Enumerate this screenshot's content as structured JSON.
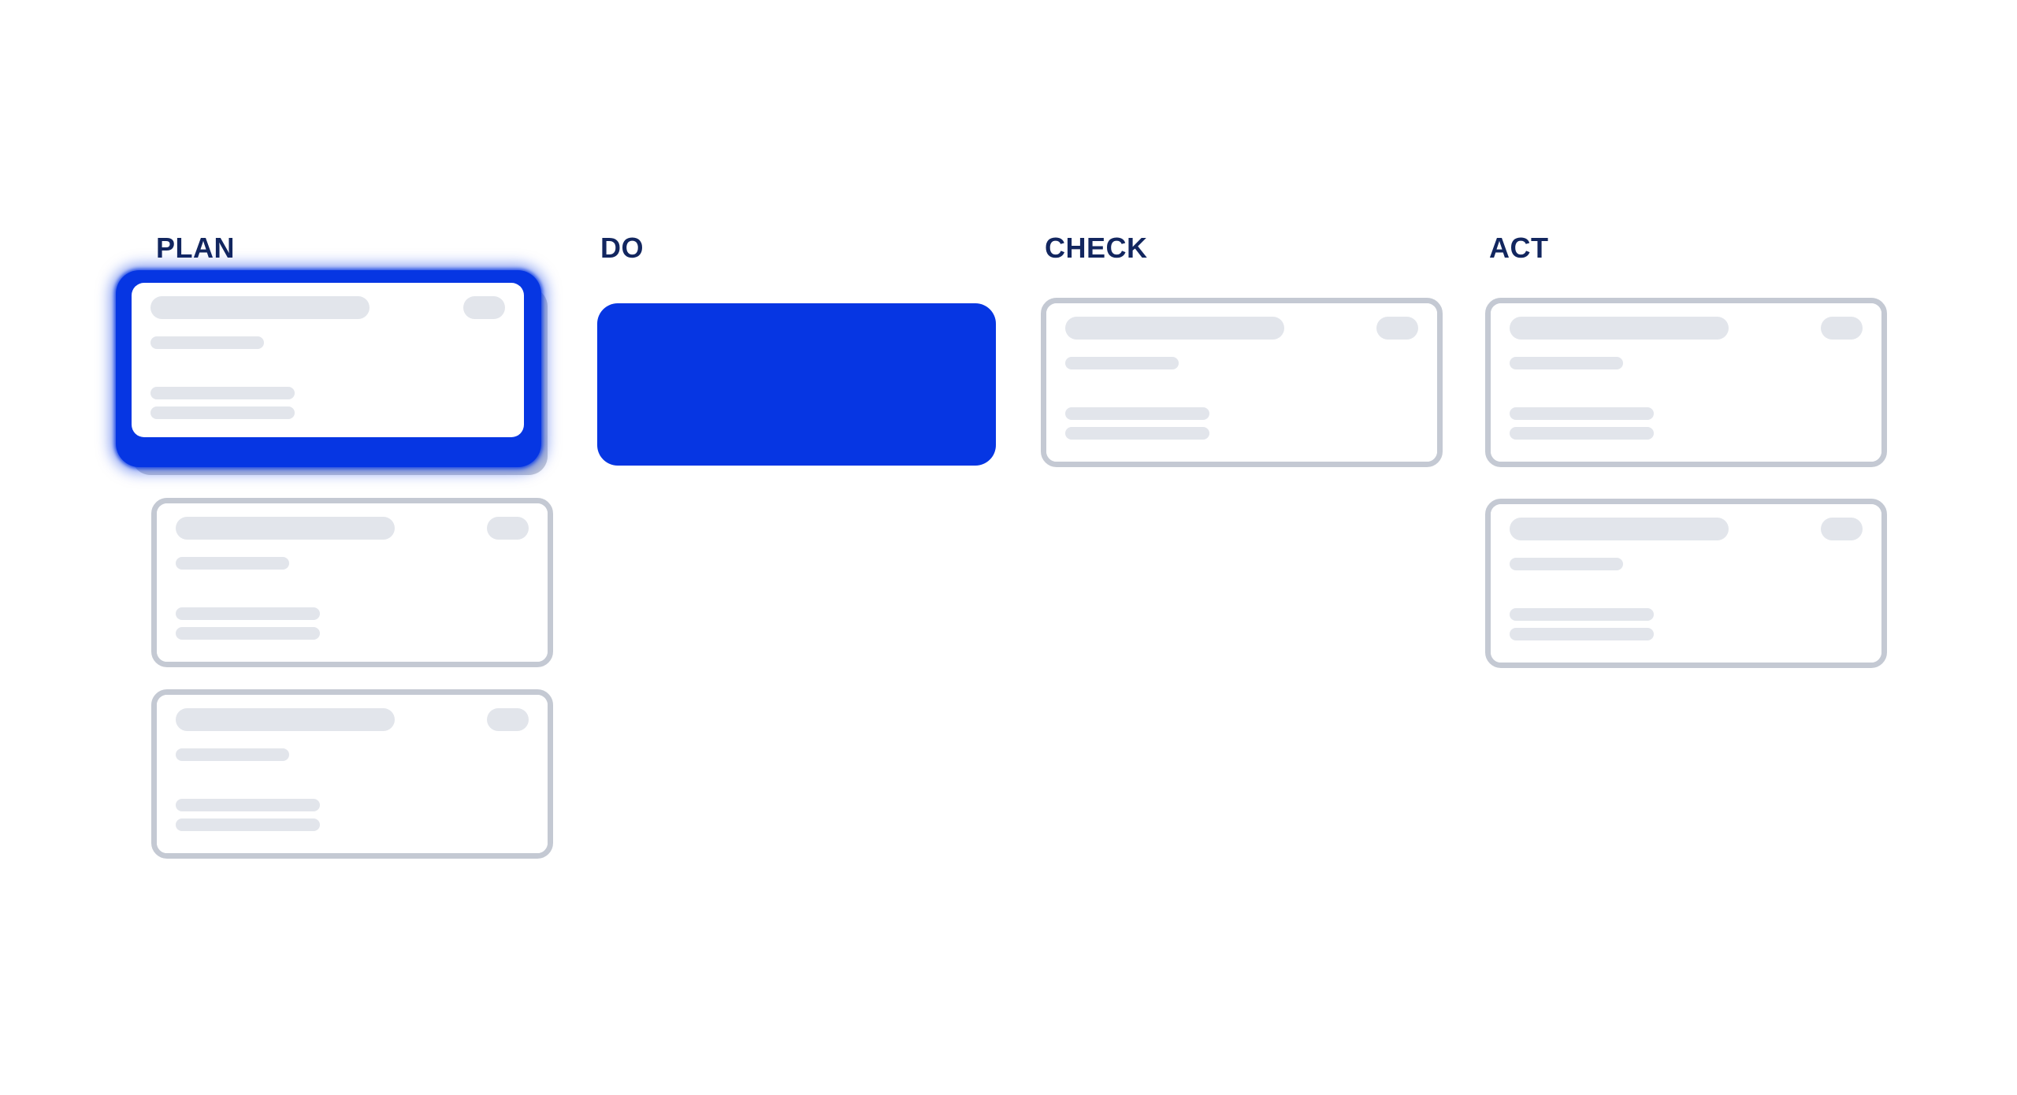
{
  "board": {
    "columns": [
      {
        "id": "plan",
        "label": "PLAN",
        "cards": [
          {
            "kind": "selected-skeleton-card",
            "state": "dragging"
          },
          {
            "kind": "skeleton-card"
          },
          {
            "kind": "skeleton-card"
          }
        ]
      },
      {
        "id": "do",
        "label": "DO",
        "cards": [
          {
            "kind": "drop-placeholder"
          }
        ]
      },
      {
        "id": "check",
        "label": "CHECK",
        "cards": [
          {
            "kind": "skeleton-card"
          }
        ]
      },
      {
        "id": "act",
        "label": "ACT",
        "cards": [
          {
            "kind": "skeleton-card"
          },
          {
            "kind": "skeleton-card"
          }
        ]
      }
    ]
  },
  "colors": {
    "accent_blue": "#0636e3",
    "heading_navy": "#12265f",
    "skeleton_gray": "#e2e5eb",
    "card_border_gray": "#c4c9d3",
    "card_background": "#ffffff",
    "page_background": "#ffffff"
  }
}
